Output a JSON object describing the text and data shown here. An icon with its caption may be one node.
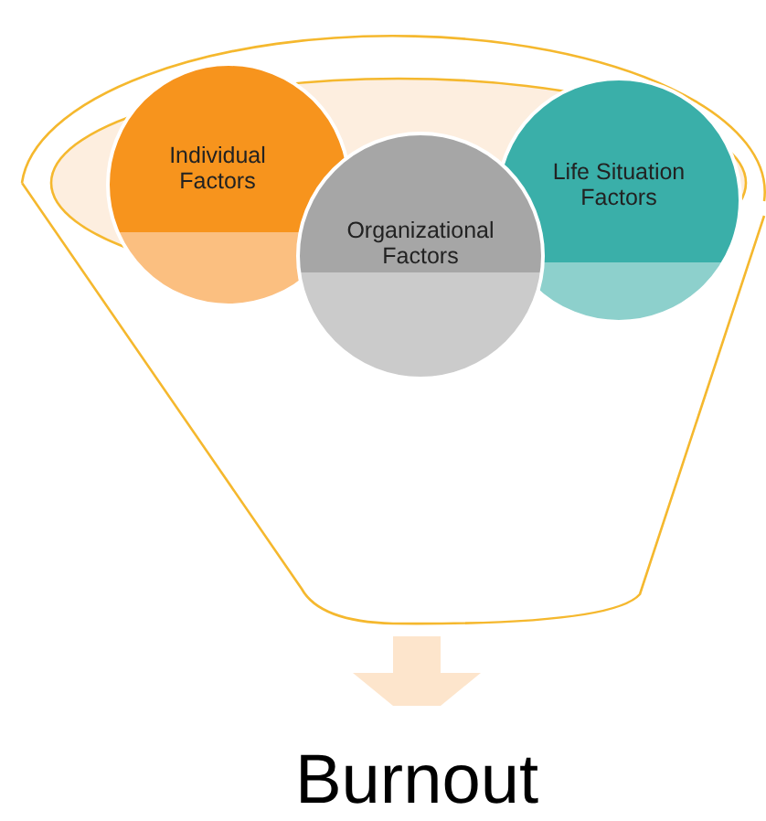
{
  "diagram": {
    "nodes": [
      {
        "text": [],
        "shape": "funnel"
      },
      {
        "text": [
          "Individual Factors"
        ],
        "in": 0
      },
      {
        "text": [
          "Organizational Factors"
        ],
        "in": 0
      },
      {
        "text": [
          "Life Situation Factors"
        ],
        "in": 0
      },
      {
        "text": [
          "Burnout"
        ]
      }
    ],
    "edges": [
      {
        "from": 0,
        "to": 4,
        "arrow": "to"
      }
    ]
  }
}
